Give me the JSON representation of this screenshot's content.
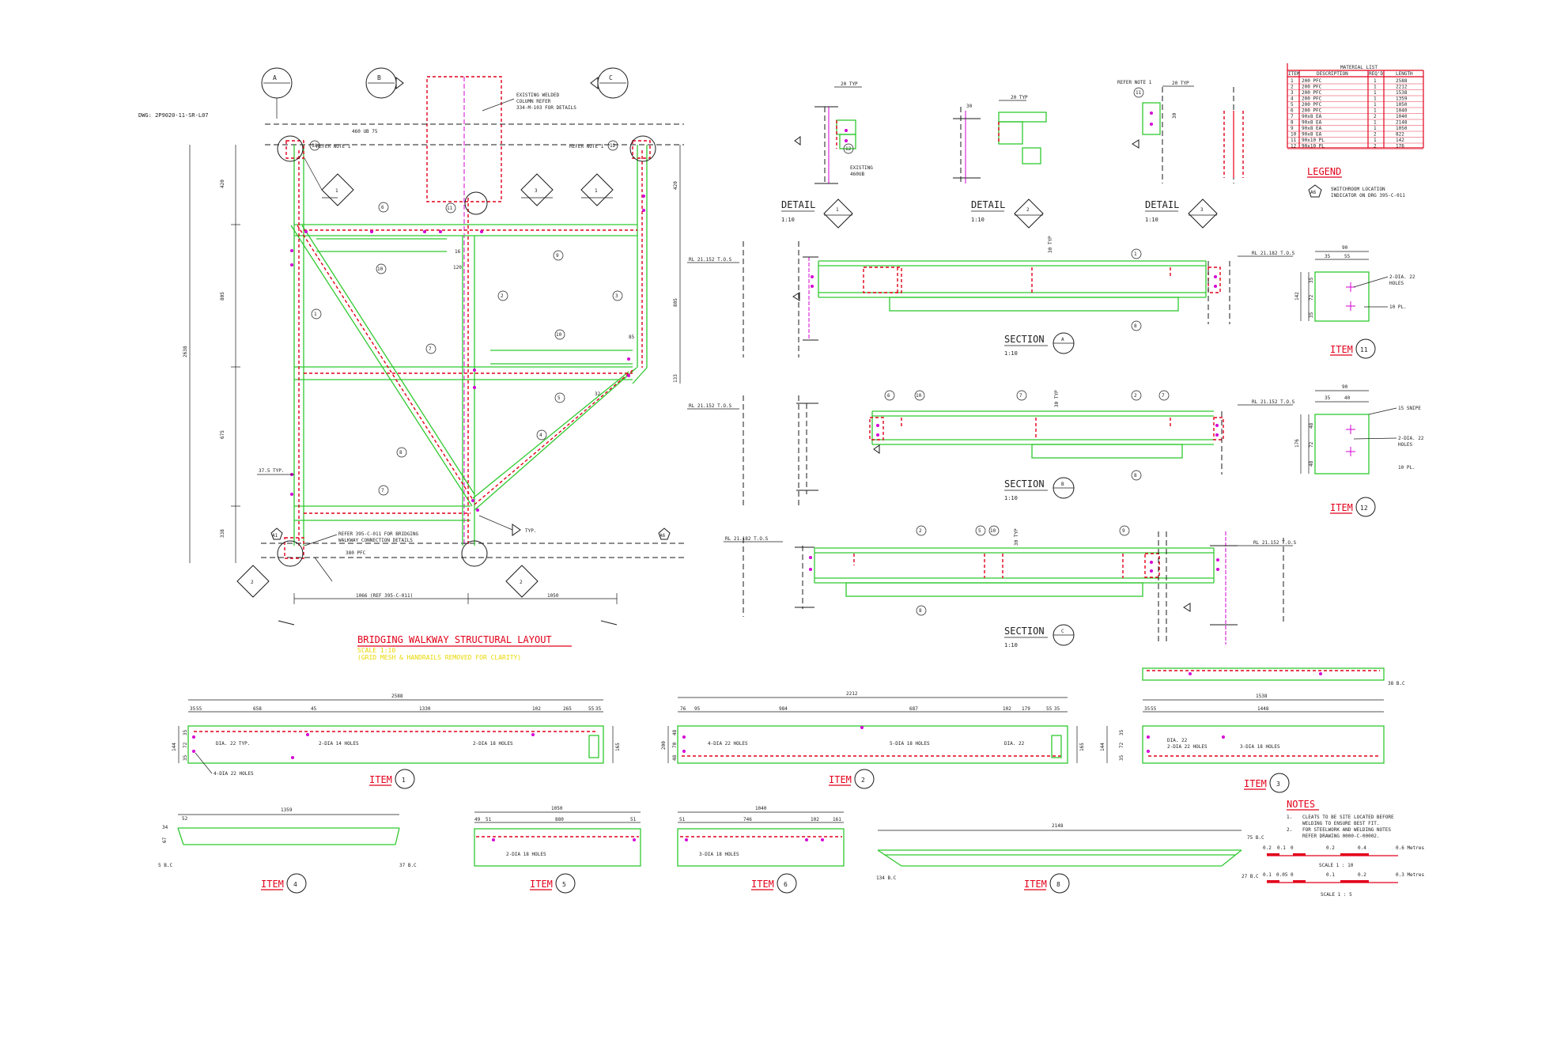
{
  "drawing": {
    "dwg_no": "DWG: 2P9020-11-SR-L07",
    "column_refs": [
      "A",
      "B",
      "C"
    ],
    "ub_label": "460 UB 75",
    "pfc_label": "380 PFC",
    "existing_column_note": [
      "EXISTING WELDED",
      "COLUMN REFER",
      "334-M-103 FOR DETAILS"
    ],
    "refer_note_1": "REFER NOTE 1",
    "bridging_note": [
      "REFER 395-C-011 FOR BRIDGING",
      "WALKWAY CONNECTION DETAILS"
    ],
    "weld_typ": "TYP.",
    "locator_A1": "A1",
    "locator_A6": "A6",
    "dims": {
      "top_420": "420",
      "mid_805": "805",
      "lower_675": "675",
      "bot_338": "338",
      "overall_2638": "2638",
      "right_420": "420",
      "right_805": "805",
      "right_133": "133",
      "typ_37_5": "37.5 TYP.",
      "d16": "16",
      "d120": "120",
      "d85": "85",
      "d32": "32",
      "bottom_left": "1066 (REF 395-C-011)",
      "bottom_right": "1050"
    },
    "title": "BRIDGING WALKWAY STRUCTURAL LAYOUT",
    "title_scale": "SCALE 1:10",
    "title_sub": "(GRID MESH & HANDRAILS REMOVED FOR CLARITY)"
  },
  "details": [
    {
      "label": "DETAIL",
      "num": "1",
      "scale": "1:10",
      "typ": "20 TYP",
      "note": [
        "EXISTING",
        "460UB"
      ]
    },
    {
      "label": "DETAIL",
      "num": "2",
      "scale": "1:10",
      "typ": "20 TYP",
      "dim": "30"
    },
    {
      "label": "DETAIL",
      "num": "3",
      "scale": "1:10",
      "typ": "20 TYP",
      "note": [
        "REFER NOTE 1"
      ],
      "dim": "30"
    }
  ],
  "sections": [
    {
      "label": "SECTION",
      "letter": "A",
      "scale": "1:10",
      "rl_left": "RL 21.152 T.O.S",
      "rl_right": "RL 21.182 T.O.S",
      "typ": "30 TYP"
    },
    {
      "label": "SECTION",
      "letter": "B",
      "scale": "1:10",
      "rl_left": "RL 21.152 T.O.S",
      "rl_right": "RL 21.152 T.O.S",
      "typ": "30 TYP"
    },
    {
      "label": "SECTION",
      "letter": "C",
      "scale": "1:10",
      "rl_left": "RL 21.182 T.O.S",
      "rl_right": "RL 21.152 T.O.S",
      "typ": "30 TYP"
    }
  ],
  "material_list": {
    "title": "MATERIAL LIST",
    "headers": [
      "ITEM",
      "DESCRIPTION",
      "REQ'D",
      "LENGTH"
    ],
    "rows": [
      [
        "1",
        "200 PFC",
        "1",
        "2588"
      ],
      [
        "2",
        "200 PFC",
        "1",
        "2212"
      ],
      [
        "3",
        "200 PFC",
        "1",
        "1538"
      ],
      [
        "4",
        "200 PFC",
        "1",
        "1359"
      ],
      [
        "5",
        "200 PFC",
        "1",
        "1050"
      ],
      [
        "6",
        "200 PFC",
        "1",
        "1040"
      ],
      [
        "7",
        "90x8 EA",
        "2",
        "1040"
      ],
      [
        "8",
        "90x8 EA",
        "1",
        "2148"
      ],
      [
        "9",
        "90x8 EA",
        "1",
        "1050"
      ],
      [
        "10",
        "90x8 EA",
        "2",
        "822"
      ],
      [
        "11",
        "90x10 PL",
        "1",
        "142"
      ],
      [
        "12",
        "90x10 PL",
        "2",
        "176"
      ]
    ]
  },
  "legend": {
    "title": "LEGEND",
    "symbol": "A6",
    "text": [
      "SWITCHROOM LOCATION",
      "INDICATOR ON DRG 395-C-011"
    ]
  },
  "items": {
    "label": "ITEM",
    "item11": {
      "num": "11",
      "w": "90",
      "w1": "35",
      "w2": "55",
      "h": "142",
      "h1": "35",
      "h2": "72",
      "h3": "35",
      "holes": [
        "2-DIA. 22",
        "HOLES"
      ],
      "pl": "10 PL."
    },
    "item12": {
      "num": "12",
      "w": "90",
      "w1": "35",
      "w2": "40",
      "h": "176",
      "h1": "48",
      "h2": "72",
      "h3": "48",
      "snipe": "15 SNIPE",
      "holes": [
        "2-DIA. 22",
        "HOLES"
      ],
      "pl": "10 PL."
    },
    "item1": {
      "num": "1",
      "overall": "2588",
      "segs": [
        "35",
        "55",
        "658",
        "45",
        "1330",
        "102",
        "265",
        "55",
        "35"
      ],
      "n1": "DIA. 22 TYP.",
      "n2": "2-DIA 14 HOLES",
      "n3": "2-DIA 18 HOLES",
      "n4": "4-DIA 22 HOLES",
      "h": "144",
      "hs": [
        "35",
        "72",
        "35"
      ],
      "hr": "165"
    },
    "item2": {
      "num": "2",
      "overall": "2212",
      "segs": [
        "76",
        "95",
        "984",
        "687",
        "102",
        "179",
        "55",
        "35"
      ],
      "n1": "4-DIA 22 HOLES",
      "n2": "5-DIA 18 HOLES",
      "n3": "DIA. 22",
      "h": "200",
      "hs": [
        "48",
        "70",
        "48"
      ],
      "hr": "165"
    },
    "item3": {
      "num": "3",
      "overall": "1538",
      "segs": [
        "35",
        "55",
        "1448"
      ],
      "n1": "DIA. 22",
      "n2": "2-DIA 22 HOLES",
      "n3": "3-DIA 18 HOLES",
      "h": "144",
      "hs": [
        "35",
        "72",
        "35"
      ],
      "bc": "38 B.C"
    },
    "item4": {
      "num": "4",
      "overall": "1359",
      "d1": "52",
      "d2": "34",
      "d3": "67",
      "bc_l": "5 B.C",
      "bc_r": "37 B.C"
    },
    "item5": {
      "num": "5",
      "overall": "1050",
      "segs": [
        "49",
        "51",
        "880",
        "51"
      ],
      "n1": "2-DIA 18 HOLES"
    },
    "item6": {
      "num": "6",
      "overall": "1040",
      "segs": [
        "51",
        "746",
        "102",
        "161"
      ],
      "n1": "3-DIA 18 HOLES"
    },
    "item8": {
      "num": "8",
      "overall": "2148",
      "bc_tr": "75 B.C",
      "bc_bl": "134 B.C",
      "bc_br": "27 B.C"
    }
  },
  "notes": {
    "title": "NOTES",
    "lines": [
      [
        "1.",
        "CLEATS TO BE SITE LOCATED BEFORE",
        "WELDING TO ENSURE BEST FIT."
      ],
      [
        "2.",
        "FOR STEELWORK AND WELDING NOTES",
        "REFER DRAWING 0000-C-00002."
      ]
    ]
  },
  "scales": [
    {
      "ticks": [
        "0.2",
        "0.1",
        "0",
        "0.2",
        "0.4",
        "0.6 Metres"
      ],
      "caption": "SCALE 1 : 10"
    },
    {
      "ticks": [
        "0.1",
        "0.05",
        "0",
        "0.1",
        "0.2",
        "0.3 Metres"
      ],
      "caption": "SCALE 1 : 5"
    }
  ]
}
